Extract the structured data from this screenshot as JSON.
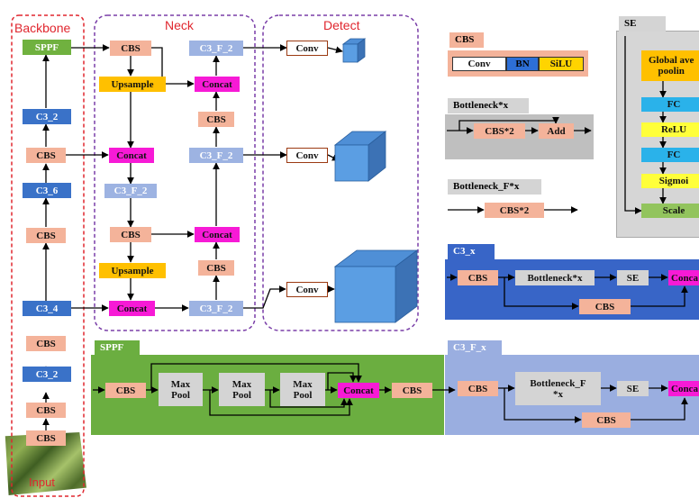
{
  "titles": {
    "backbone": "Backbone",
    "neck": "Neck",
    "detect": "Detect"
  },
  "backbone": {
    "sppf": "SPPF",
    "c3_2_top": "C3_2",
    "cbs_a": "CBS",
    "c3_6": "C3_6",
    "cbs_b": "CBS",
    "c3_4": "C3_4",
    "cbs_c": "CBS",
    "c3_2_bottom": "C3_2",
    "cbs_d": "CBS",
    "cbs_e": "CBS",
    "input": "Input"
  },
  "neck": {
    "cbs_top": "CBS",
    "upsample_1": "Upsample",
    "concat_1": "Concat",
    "c3f_2_mid": "C3_F_2",
    "cbs_mid": "CBS",
    "upsample_2": "Upsample",
    "concat_2": "Concat",
    "c3f_2_bottom": "C3_F_2",
    "cbs_up_1": "CBS",
    "concat_3": "Concat",
    "c3f_2_right_mid": "C3_F_2",
    "cbs_up_2": "CBS",
    "concat_4": "Concat",
    "c3f_2_top": "C3_F_2"
  },
  "detect": {
    "conv_1": "Conv",
    "conv_2": "Conv",
    "conv_3": "Conv"
  },
  "cbs_legend": {
    "title": "CBS",
    "conv": "Conv",
    "bn": "BN",
    "silu": "SiLU"
  },
  "bottleneck_x": {
    "title": "Bottleneck*x",
    "cbs2": "CBS*2",
    "add": "Add"
  },
  "bottleneck_f_x": {
    "title": "Bottleneck_F*x",
    "cbs2": "CBS*2"
  },
  "se": {
    "title": "SE",
    "gap": "Global ave\npoolin",
    "fc1": "FC",
    "relu": "ReLU",
    "fc2": "FC",
    "sigmoid": "Sigmoi",
    "scale": "Scale"
  },
  "c3_x": {
    "title": "C3_x",
    "cbs": "CBS",
    "bottleneck": "Bottleneck*x",
    "se": "SE",
    "concat": "Conca",
    "cbs_bottom": "CBS"
  },
  "sppf_detail": {
    "title": "SPPF",
    "cbs_in": "CBS",
    "pool1": "Max\nPool",
    "pool2": "Max\nPool",
    "pool3": "Max\nPool",
    "concat": "Concat",
    "cbs_out": "CBS"
  },
  "c3_f_x": {
    "title": "C3_F_x",
    "cbs": "CBS",
    "bottleneck": "Bottleneck_F\n*x",
    "se": "SE",
    "concat": "Conca",
    "cbs_bottom": "CBS"
  },
  "colors": {
    "cbs": "#f4b39a",
    "c3": "#3a72c8",
    "c3f": "#9db3e2",
    "concat": "#f71ad6",
    "upsample": "#ffc000",
    "sppf": "#70b13f",
    "dashed_red": "#e0262e",
    "dashed_purple": "#7a3fa8"
  }
}
